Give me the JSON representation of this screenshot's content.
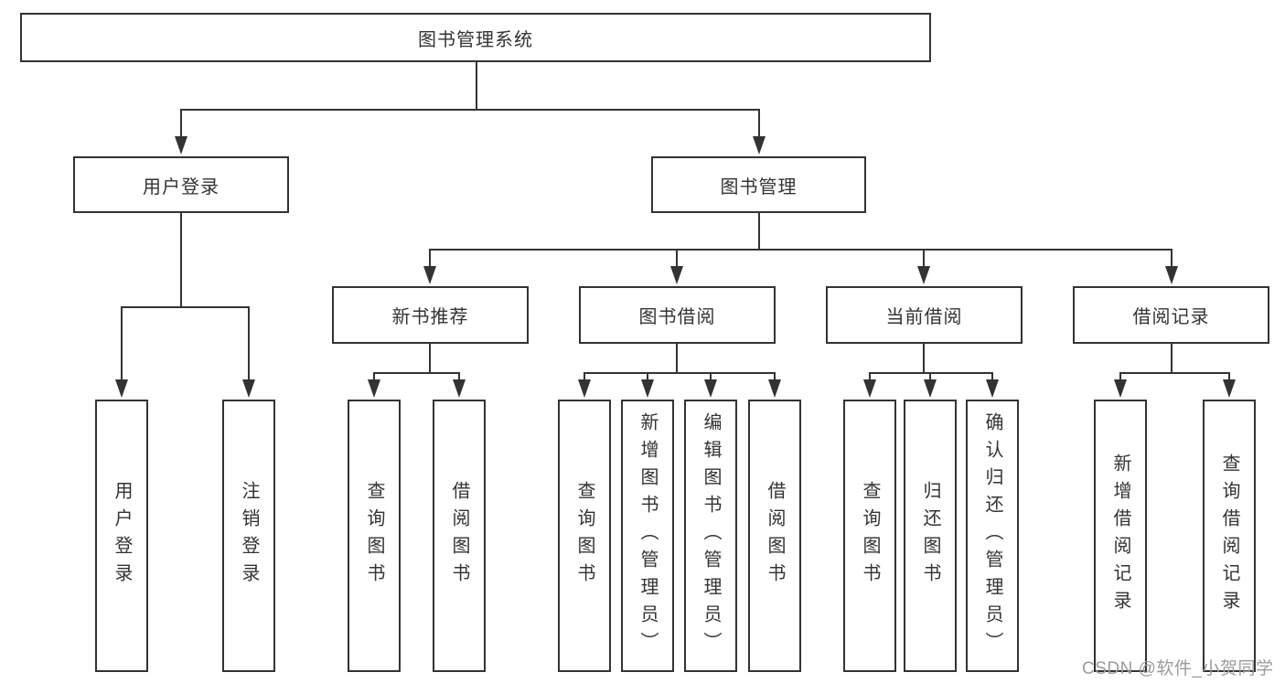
{
  "diagram": {
    "type": "hierarchy-tree",
    "nodes": {
      "root": {
        "label": "图书管理系统"
      },
      "level2": [
        {
          "label": "用户登录"
        },
        {
          "label": "图书管理"
        }
      ],
      "level3": [
        {
          "label": "新书推荐",
          "parent": "图书管理"
        },
        {
          "label": "图书借阅",
          "parent": "图书管理"
        },
        {
          "label": "当前借阅",
          "parent": "图书管理"
        },
        {
          "label": "借阅记录",
          "parent": "图书管理"
        }
      ],
      "leaves": [
        {
          "label": "用户登录",
          "parent": "用户登录"
        },
        {
          "label": "注销登录",
          "parent": "用户登录"
        },
        {
          "label": "查询图书",
          "parent": "新书推荐"
        },
        {
          "label": "借阅图书",
          "parent": "新书推荐"
        },
        {
          "label": "查询图书",
          "parent": "图书借阅"
        },
        {
          "label": "新增图书（管理员）",
          "parent": "图书借阅"
        },
        {
          "label": "编辑图书（管理员）",
          "parent": "图书借阅"
        },
        {
          "label": "借阅图书",
          "parent": "图书借阅"
        },
        {
          "label": "查询图书",
          "parent": "当前借阅"
        },
        {
          "label": "归还图书",
          "parent": "当前借阅"
        },
        {
          "label": "确认归还（管理员）",
          "parent": "当前借阅"
        },
        {
          "label": "新增借阅记录",
          "parent": "借阅记录"
        },
        {
          "label": "查询借阅记录",
          "parent": "借阅记录"
        }
      ]
    },
    "colors": {
      "line": "#333333",
      "box_border": "#333333",
      "text": "#333333",
      "background": "#ffffff",
      "watermark": "#9b9b9b"
    }
  },
  "watermark": {
    "text": "CSDN @软件_小贺同学"
  }
}
